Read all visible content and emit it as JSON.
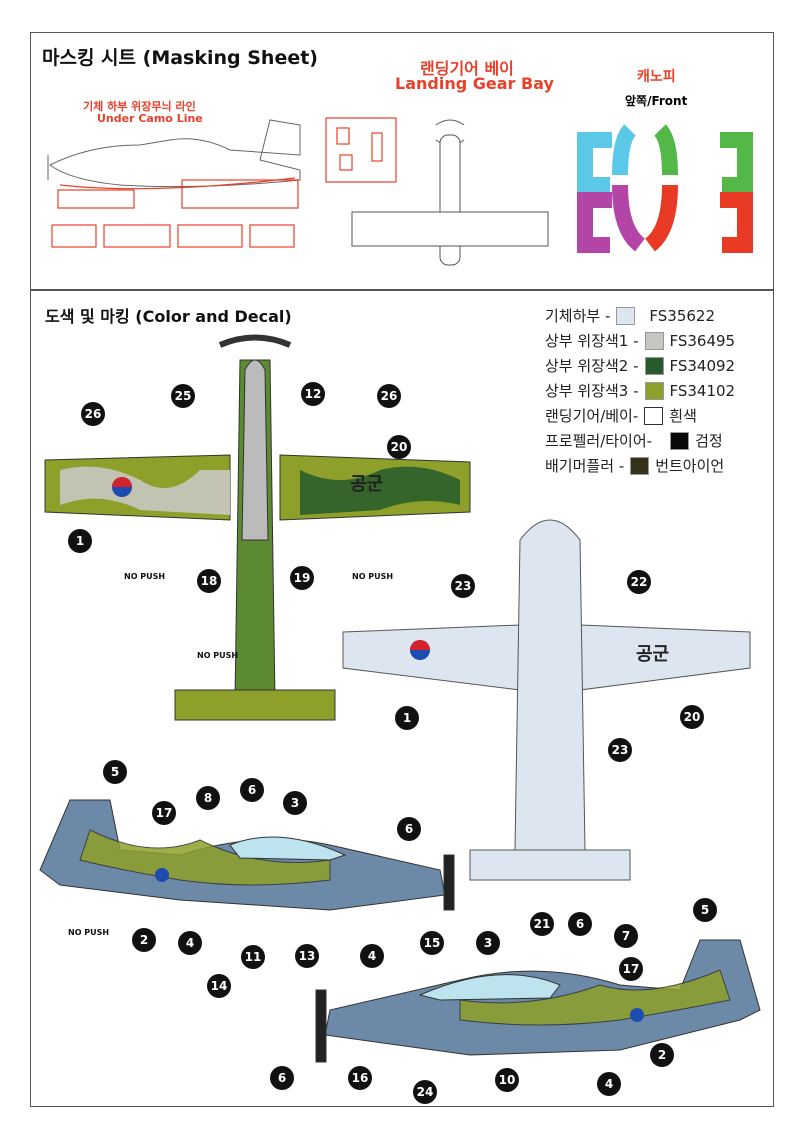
{
  "masking": {
    "title": "마스킹 시트 (Masking Sheet)",
    "camo_ko": "기체 하부 위장무늬 라인",
    "camo_en": "Under Camo Line",
    "gear_ko": "랜딩기어 베이",
    "gear_en": "Landing Gear Bay",
    "canopy_ko": "캐노피",
    "front": "앞쪽/Front"
  },
  "decal": {
    "title": "도색 및 마킹 (Color and Decal)",
    "wing_text": "공군",
    "no_push": "NO PUSH"
  },
  "legend": [
    {
      "label": "기체하부 -",
      "code": "FS35622",
      "color": "#dde6f0"
    },
    {
      "label": "상부 위장색1 -",
      "code": "FS36495",
      "color": "#c8c6c2"
    },
    {
      "label": "상부 위장색2 -",
      "code": "FS34092",
      "color": "#275a2c"
    },
    {
      "label": "상부 위장색3 -",
      "code": "FS34102",
      "color": "#8ea02a"
    },
    {
      "label": "랜딩기어/베이-",
      "code": "흰색",
      "color": "#ffffff"
    },
    {
      "label": "프로펠러/타이어-",
      "code": "검정",
      "color": "#0a0707"
    },
    {
      "label": "배기머플러 -",
      "code": "번트아이언",
      "color": "#34321a"
    }
  ],
  "callouts": [
    "1",
    "2",
    "3",
    "4",
    "5",
    "6",
    "7",
    "8",
    "10",
    "11",
    "12",
    "13",
    "14",
    "15",
    "16",
    "17",
    "18",
    "19",
    "20",
    "21",
    "22",
    "23",
    "24",
    "25",
    "26"
  ]
}
